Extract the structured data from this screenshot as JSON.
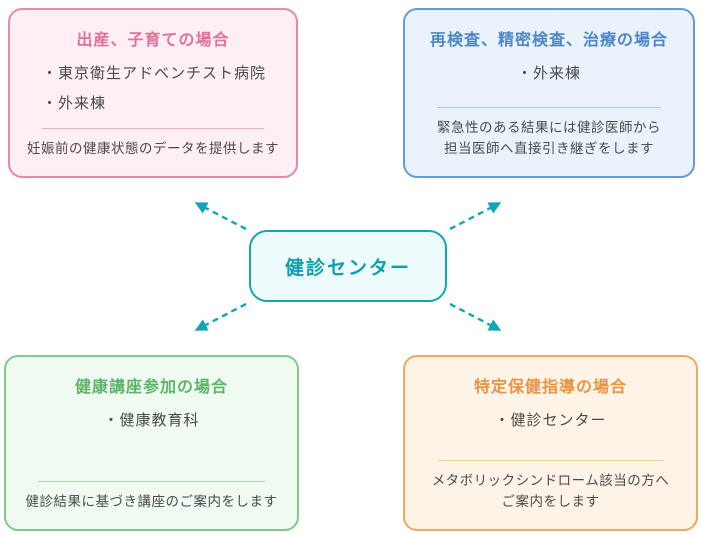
{
  "diagram": {
    "center": {
      "label": "健診センター"
    },
    "colors": {
      "teal": "#14a5b5",
      "teal_text": "#0c9fb0",
      "teal_bg": "#eefbfc",
      "body_text": "#4b4b4b"
    },
    "boxes": [
      {
        "id": "childbirth-childcare",
        "title": "出産、子育ての場合",
        "items": [
          "・東京衛生アドベンチスト病院",
          "・外来棟"
        ],
        "description": "妊娠前の健康状態のデータを提供します",
        "accent": "#e2719a",
        "border": "#e787a9",
        "bg": "#fdeff4",
        "divider": "#e9aec4"
      },
      {
        "id": "reexamination-treatment",
        "title": "再検査、精密検査、治療の場合",
        "items": [
          "・外来棟"
        ],
        "description": "緊急性のある結果には健診医師から\n担当医師へ直接引き継ぎをします",
        "accent": "#4d87c7",
        "border": "#659bd6",
        "bg": "#eaf2fb",
        "divider": "#aac8e8"
      },
      {
        "id": "health-lecture",
        "title": "健康講座参加の場合",
        "items": [
          "・健康教育科"
        ],
        "description": "健診結果に基づき講座のご案内をします",
        "accent": "#5fb36b",
        "border": "#85c78c",
        "bg": "#effaf0",
        "divider": "#abd6b0"
      },
      {
        "id": "specific-health-guidance",
        "title": "特定保健指導の場合",
        "items": [
          "・健診センター"
        ],
        "description": "メタボリックシンドローム該当の方へ\nご案内をします",
        "accent": "#e89440",
        "border": "#edaa5e",
        "bg": "#fdf4e7",
        "divider": "#f0cc9e"
      }
    ]
  }
}
